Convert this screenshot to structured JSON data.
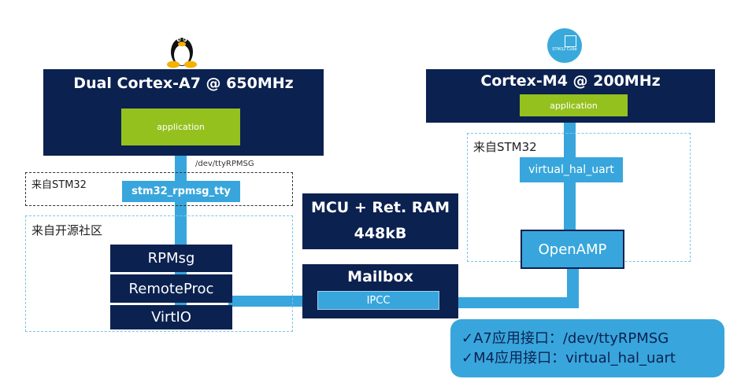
{
  "a7": {
    "icon": "linux-penguin-icon",
    "title": "Dual Cortex-A7 @ 650MHz",
    "application": "application",
    "dev_label": "/dev/ttyRPMSG",
    "stm32_group_label": "来自STM32",
    "stm32_rpmsg_tty": "stm32_rpmsg_tty",
    "community_group_label": "来自开源社区",
    "stack": [
      "RPMsg",
      "RemoteProc",
      "VirtIO"
    ]
  },
  "shared": {
    "mcu_ram_line1": "MCU + Ret. RAM",
    "mcu_ram_line2": "448kB",
    "mailbox": "Mailbox",
    "ipcc": "IPCC"
  },
  "m4": {
    "icon": "stm32cube-logo-icon",
    "logo_text": "STM32 Cube",
    "title": "Cortex-M4 @ 200MHz",
    "application": "application",
    "stm32_group_label": "来自STM32",
    "virtual_hal_uart": "virtual_hal_uart",
    "openamp": "OpenAMP"
  },
  "summary": {
    "line1": "✓A7应用接口：/dev/ttyRPMSG",
    "line2": "✓M4应用接口：virtual_hal_uart"
  },
  "colors": {
    "navy": "#0b2150",
    "blue": "#38a6dc",
    "green": "#95c11f"
  }
}
